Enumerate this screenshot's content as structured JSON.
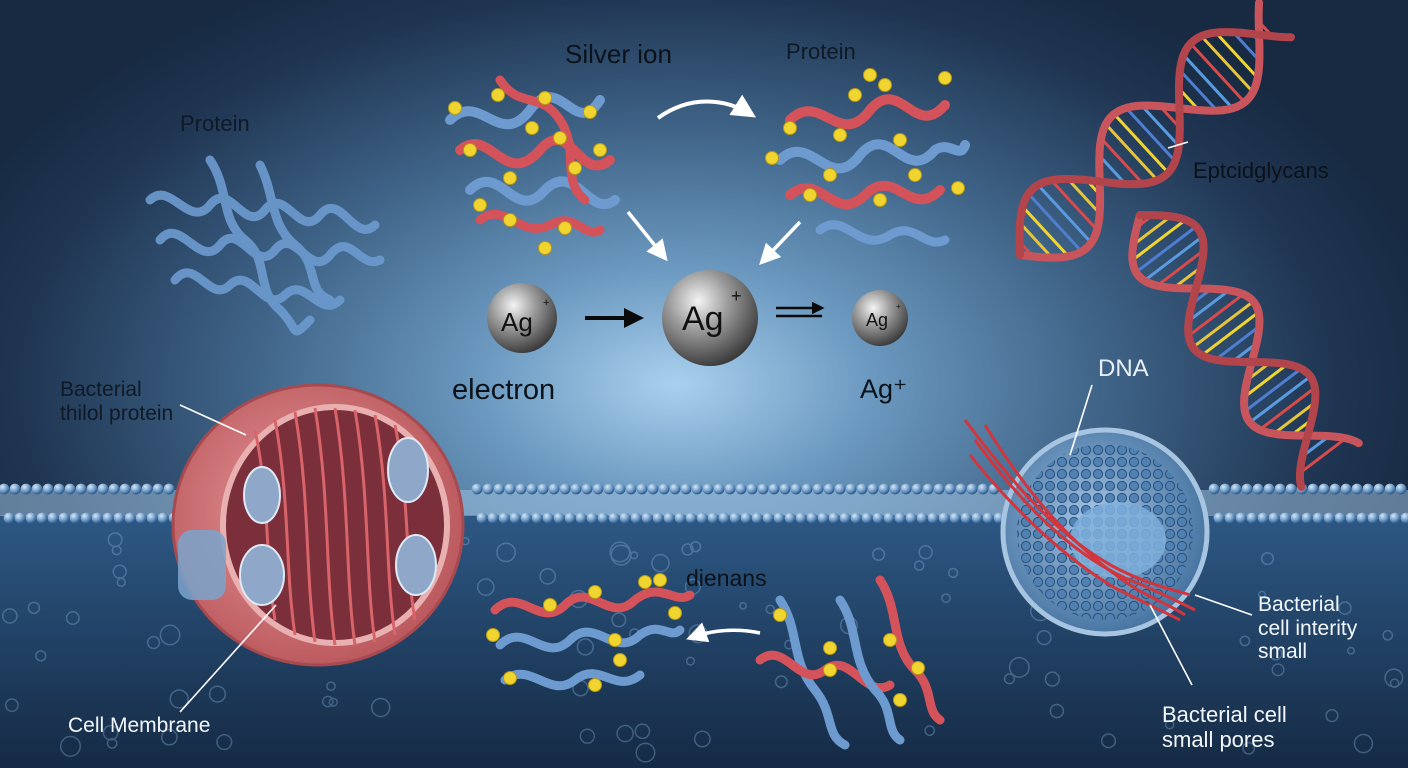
{
  "labels": {
    "protein_left": "Protein",
    "silver_ion": "Silver ion",
    "protein_top": "Protein",
    "peptidoglycans": "Eptcidglycans",
    "dna": "DNA",
    "bacterial_thiol_protein": "Bacterial\nthilol protein",
    "electron": "electron",
    "ag_plus_label": "Ag⁺",
    "dienans": "dienans",
    "cell_membrane": "Cell Membrane",
    "bacterial_cell_integrity": "Bacterial\ncell interity\nsmall",
    "bacterial_cell_pores": "Bacterial cell\nsmall pores"
  },
  "ions": {
    "left": {
      "symbol": "Ag",
      "charge": "+"
    },
    "center": {
      "symbol": "Ag",
      "charge": "+"
    },
    "right": {
      "symbol": "Ag",
      "charge": "+"
    }
  },
  "colors": {
    "background_center": "#a9d0ee",
    "background_edge": "#172a42",
    "membrane_bead": "#5f8fbf",
    "protein_blue": "#5d8fc4",
    "protein_red": "#d4525a",
    "sulfur_yellow": "#f0d530",
    "dna_red": "#c8555c",
    "cell_pink": "#d9757a"
  }
}
